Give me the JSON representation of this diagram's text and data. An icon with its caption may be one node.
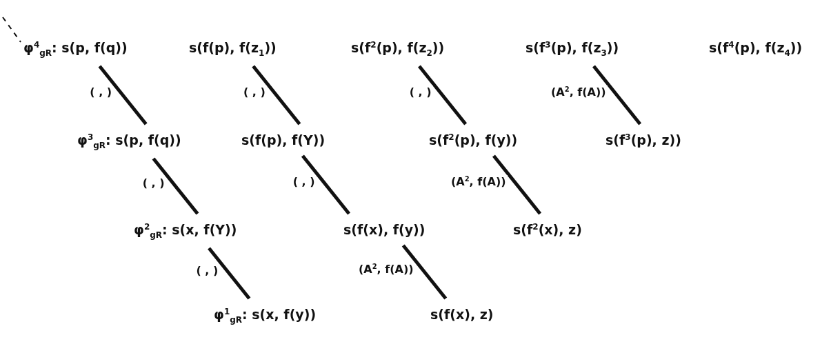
{
  "diagram": {
    "nodes": [
      {
        "text": [
          "φ$^{4}$$_{gR}$: s(p, f(q))"
        ]
      },
      {
        "text": [
          "s(f(p), f(z$_{1}$))"
        ]
      },
      {
        "text": [
          "s(f$^{2}$(p), f(z$_{2}$))"
        ]
      },
      {
        "text": [
          "s(f$^{3}$(p), f(z$_{3}$))"
        ]
      },
      {
        "text": [
          "s(f$^{4}$(p), f(z$_{4}$))"
        ]
      },
      {
        "text": [
          "φ$^{3}$$_{gR}$: s(p, f(q))"
        ]
      },
      {
        "text": [
          "s(f(p), f(Y))"
        ]
      },
      {
        "text": [
          "s(f$^{2}$(p), f(y))"
        ]
      },
      {
        "text": [
          "s(f$^{3}$(p), z))"
        ]
      },
      {
        "text": [
          "φ$^{2}$$_{gR}$: s(x, f(Y))"
        ]
      },
      {
        "text": [
          "s(f(x), f(y))"
        ]
      },
      {
        "text": [
          "s(f$^{2}$(x), z)"
        ]
      },
      {
        "text": [
          "φ$^{1}$$_{gR}$: s(x, f(y))"
        ]
      },
      {
        "text": [
          "s(f(x), z)"
        ]
      }
    ],
    "edges": [
      {
        "from": null,
        "to": 0,
        "arrow": "none",
        "style": "dashed"
      },
      {
        "from": 0,
        "to": 5,
        "arrow": "none",
        "label": "( , )"
      },
      {
        "from": 1,
        "to": 6,
        "arrow": "none",
        "label": "( , )"
      },
      {
        "from": 2,
        "to": 7,
        "arrow": "none",
        "label": "( , )"
      },
      {
        "from": 3,
        "to": 8,
        "arrow": "none",
        "label": "(A$^{2}$, f(A))"
      },
      {
        "from": 5,
        "to": 9,
        "arrow": "none",
        "label": "( , )"
      },
      {
        "from": 6,
        "to": 10,
        "arrow": "none",
        "label": "( , )"
      },
      {
        "from": 7,
        "to": 11,
        "arrow": "none",
        "label": "(A$^{2}$, f(A))"
      },
      {
        "from": 9,
        "to": 12,
        "arrow": "none",
        "label": "( , )"
      },
      {
        "from": 10,
        "to": 13,
        "arrow": "none",
        "label": "(A$^{2}$, f(A))"
      }
    ]
  }
}
